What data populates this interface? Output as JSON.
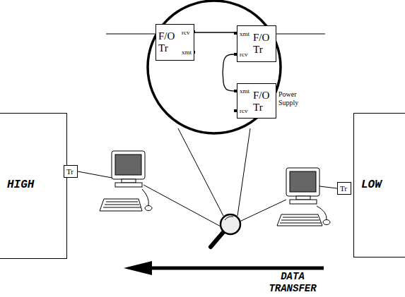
{
  "diagram": {
    "nodes": [
      {
        "text": [
          "HIGH"
        ]
      },
      {
        "text": [
          "Tr"
        ]
      },
      {
        "text": [
          "LOW"
        ]
      },
      {
        "text": [
          "Tr"
        ]
      },
      {
        "text": [
          "F/O Tr",
          "rcv",
          "xmt"
        ]
      },
      {
        "text": [
          "F/O Tr",
          "xmt",
          "rcv"
        ]
      },
      {
        "text": [
          "F/O Tr",
          "xmt",
          "rcv"
        ]
      }
    ],
    "edges": [
      {
        "from": 4,
        "to": 5,
        "arrow": "none"
      },
      {
        "from": 5,
        "to": 6,
        "arrow": "none"
      }
    ],
    "labels": [
      "Power Supply",
      "DATA TRANSFER"
    ]
  }
}
